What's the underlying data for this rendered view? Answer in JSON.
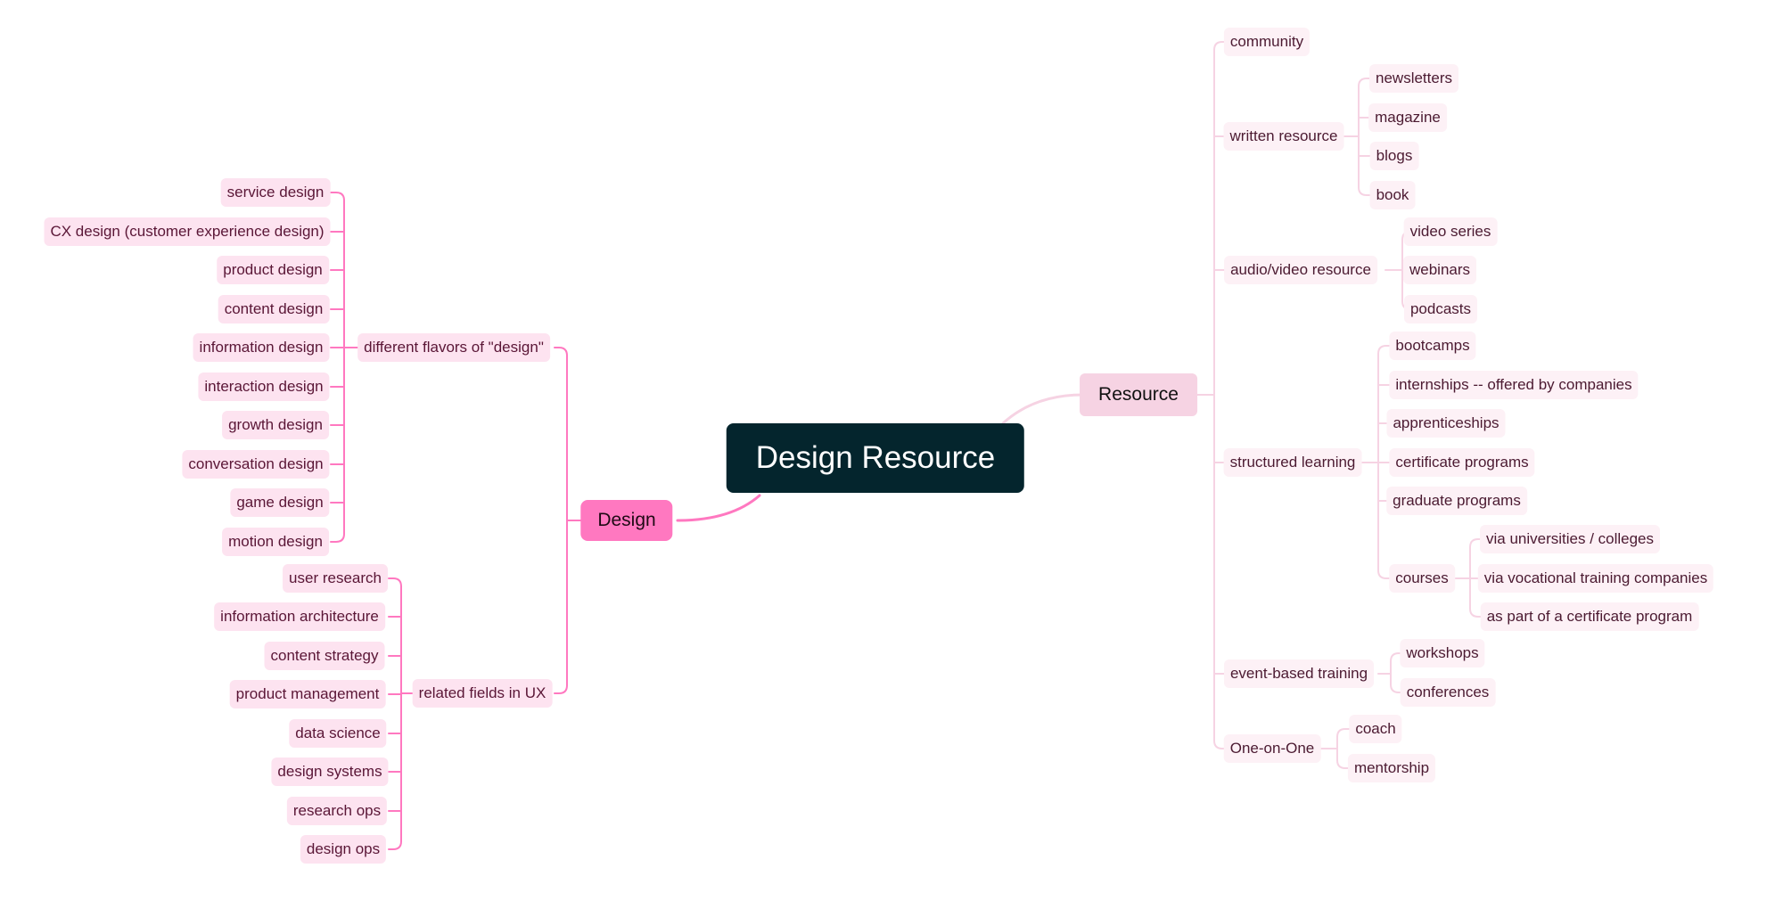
{
  "colors": {
    "design_line": "#ff78c0",
    "resource_line": "#f6d3e3",
    "root_bg": "#04252d"
  },
  "mindmap": {
    "root": {
      "label": "Design Resource"
    },
    "design": {
      "label": "Design",
      "groups": [
        {
          "label": "different flavors of \"design\"",
          "items": [
            "service design",
            "CX design (customer experience design)",
            "product design",
            "content design",
            "information design",
            "interaction design",
            "growth design",
            "conversation design",
            "game design",
            "motion design"
          ]
        },
        {
          "label": "related fields in UX",
          "items": [
            "user research",
            "information architecture",
            "content strategy",
            "product management",
            "data science",
            "design systems",
            "research ops",
            "design ops"
          ]
        }
      ]
    },
    "resource": {
      "label": "Resource",
      "groups": [
        {
          "label": "community",
          "items": []
        },
        {
          "label": "written resource",
          "items": [
            "newsletters",
            "magazine",
            "blogs",
            "book"
          ]
        },
        {
          "label": "audio/video resource",
          "items": [
            "video series",
            "webinars",
            "podcasts"
          ]
        },
        {
          "label": "structured learning",
          "items": [
            "bootcamps",
            "internships -- offered by companies",
            "apprenticeships",
            "certificate programs",
            "graduate programs",
            "courses"
          ],
          "courses_items": [
            "via universities / colleges",
            "via vocational training companies",
            "as part of a certificate program"
          ]
        },
        {
          "label": "event-based training",
          "items": [
            "workshops",
            "conferences"
          ]
        },
        {
          "label": "One-on-One",
          "items": [
            "coach",
            "mentorship"
          ]
        }
      ]
    }
  }
}
